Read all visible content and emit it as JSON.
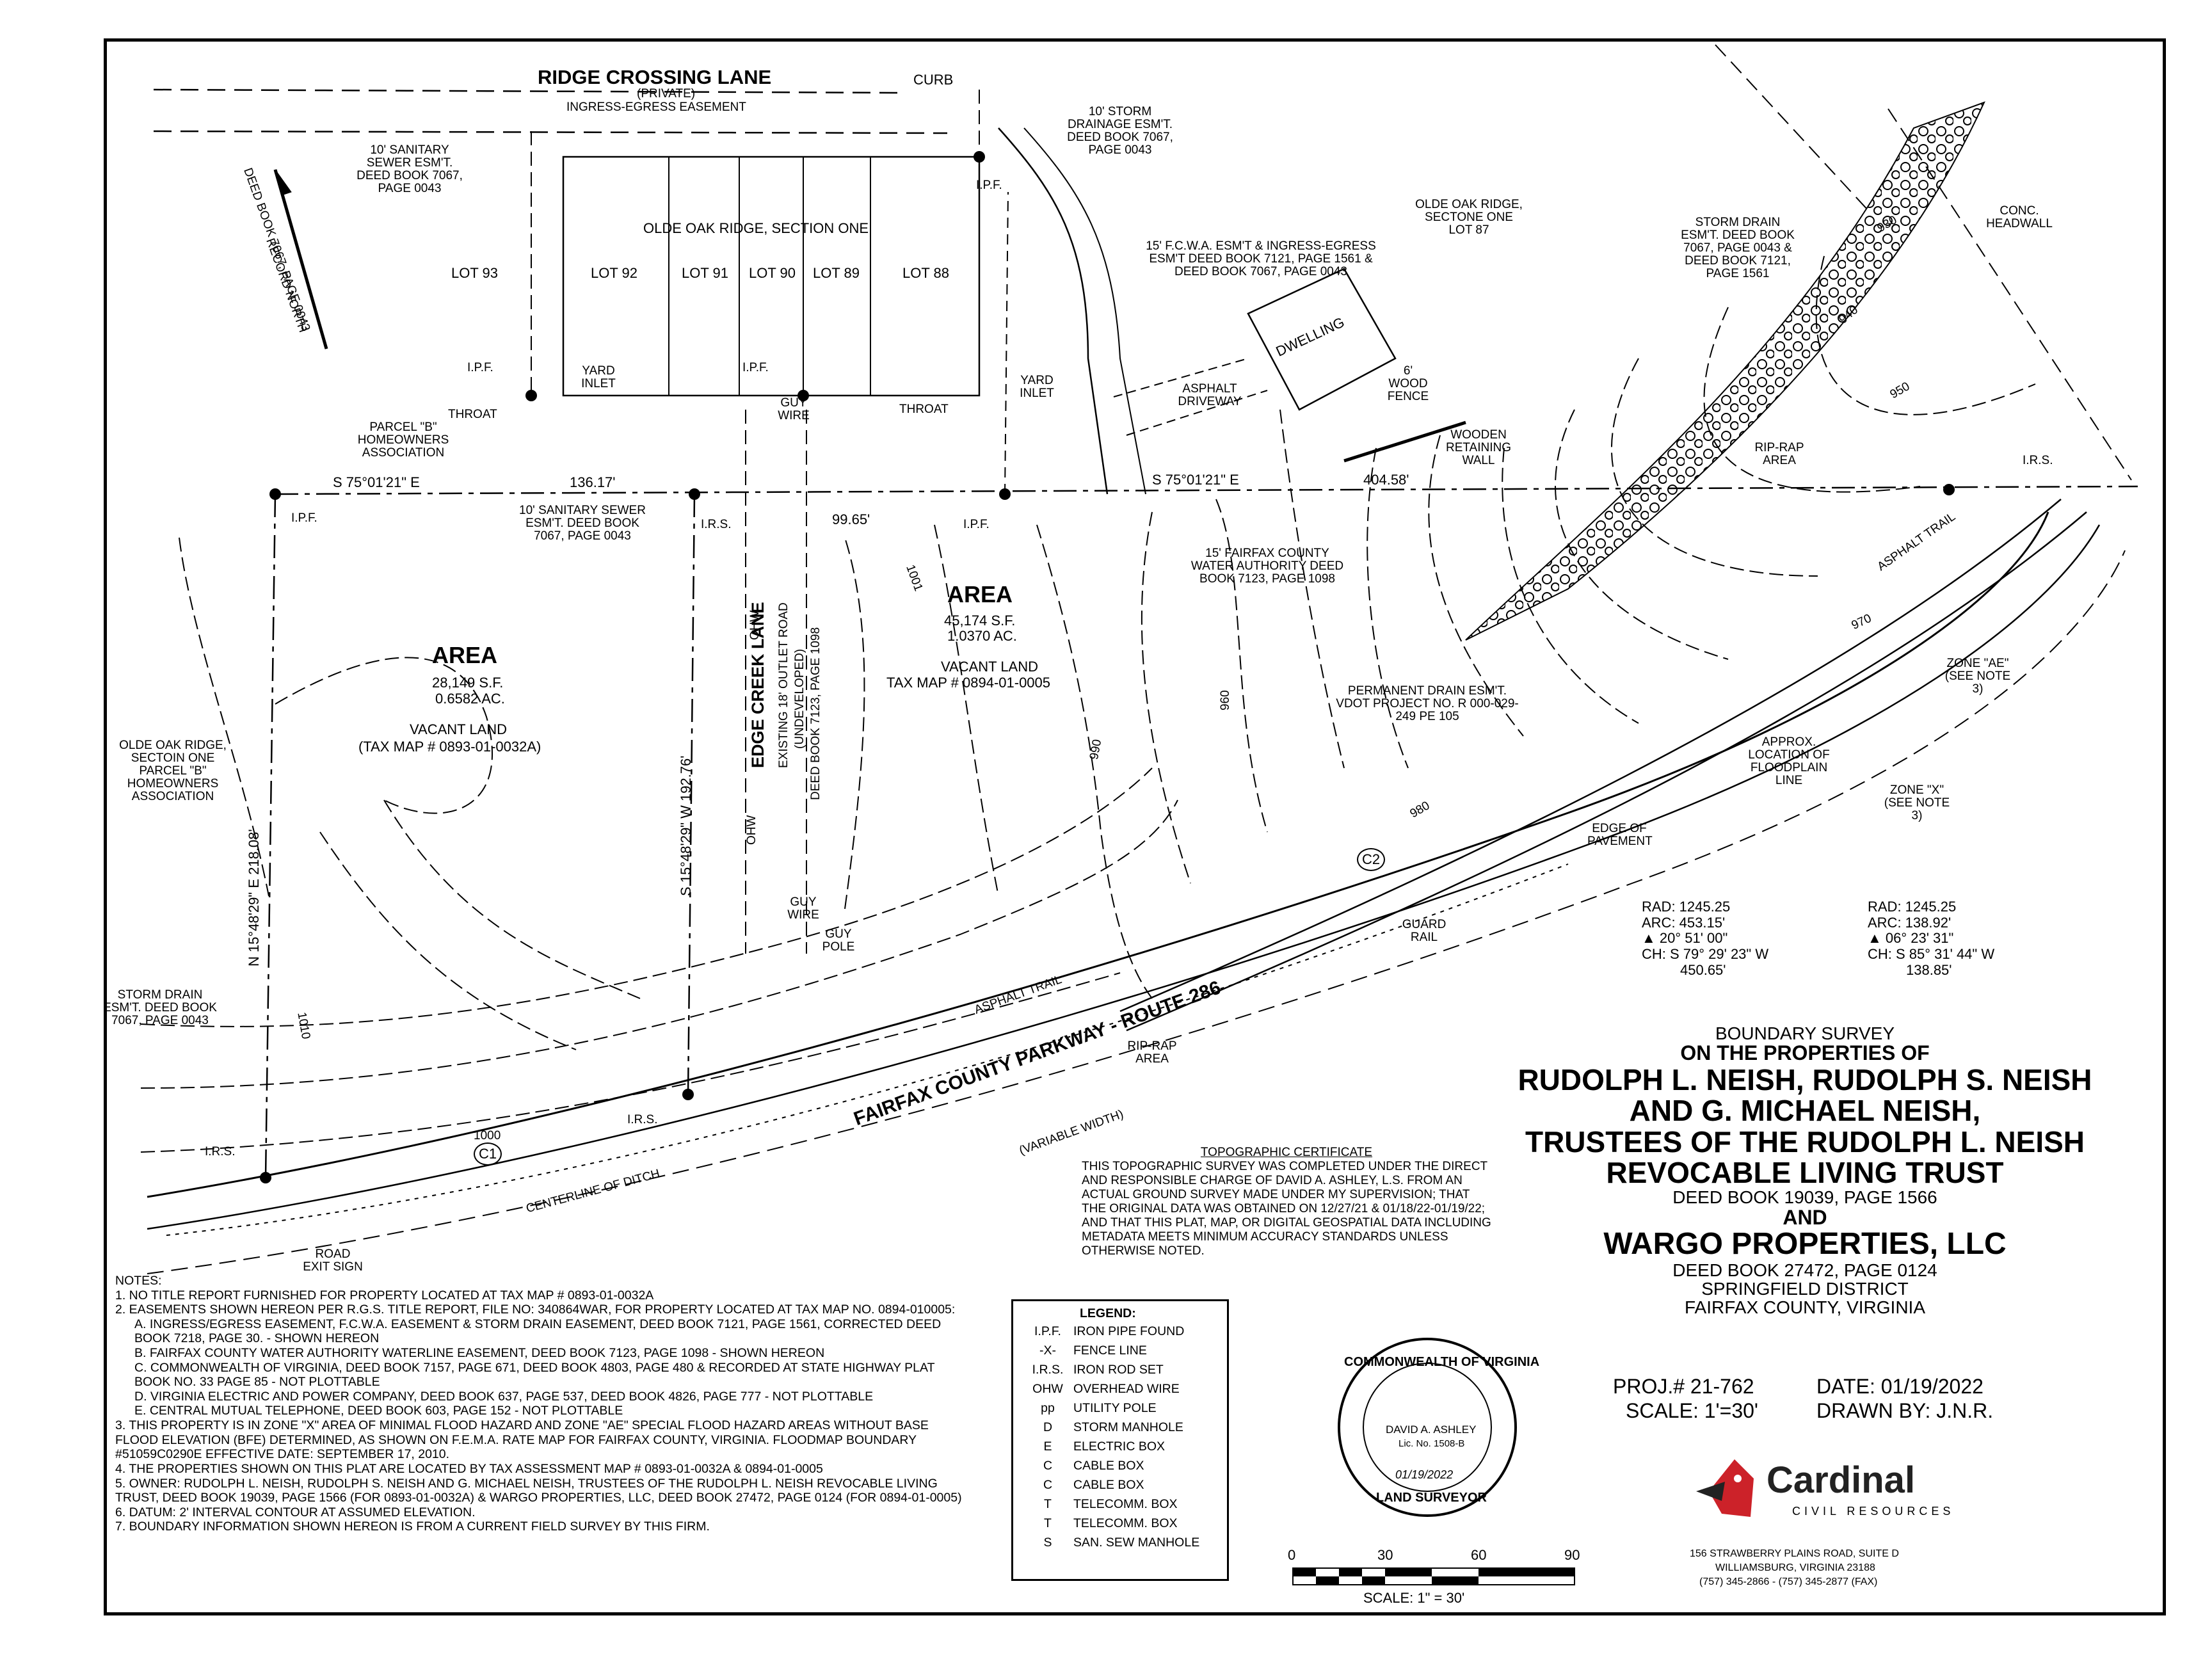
{
  "roads": {
    "ridge_crossing": "RIDGE CROSSING LANE",
    "ridge_private": "(PRIVATE)",
    "ridge_easement": "INGRESS-EGRESS EASEMENT",
    "parkway": "FAIRFAX COUNTY PARKWAY - ROUTE 286",
    "parkway_width": "(VARIABLE WIDTH)",
    "edge_creek": "EDGE CREEK LANE",
    "edge_creek_sub": "EXISTING 18' OUTLET ROAD",
    "edge_creek_sub2": "(UNDEVELOPED)",
    "edge_creek_deed": "DEED BOOK 7123, PAGE 1098",
    "curb": "CURB",
    "centerline_ditch": "CENTERLINE OF DITCH",
    "asphalt_trail": "ASPHALT TRAIL",
    "asphalt_driveway": "ASPHALT DRIVEWAY",
    "edge_pavement": "EDGE OF PAVEMENT",
    "guard_rail": "GUARD RAIL",
    "road_exit_sign": "ROAD EXIT SIGN"
  },
  "north": {
    "label": "RECORD NORTH",
    "deed": "DEED BOOK 7067, PAGE 0043"
  },
  "lots": {
    "subdivision": "OLDE OAK RIDGE, SECTION ONE",
    "items": [
      "LOT 93",
      "LOT 92",
      "LOT 91",
      "LOT 90",
      "LOT 89",
      "LOT 88"
    ],
    "lot87": "OLDE OAK RIDGE, SECTONE ONE LOT 87",
    "parcel_b": "PARCEL \"B\" HOMEOWNERS ASSOCIATION",
    "parcel_b_left": "OLDE OAK RIDGE, SECTOIN ONE PARCEL \"B\" HOMEOWNERS ASSOCIATION"
  },
  "areas": {
    "west": {
      "title": "AREA",
      "sf": "28,149 S.F.",
      "ac": "0.6582 AC.",
      "desc": "VACANT LAND",
      "tax": "(TAX MAP # 0893-01-0032A)"
    },
    "east": {
      "title": "AREA",
      "sf": "45,174 S.F.",
      "ac": "1.0370 AC.",
      "desc": "VACANT LAND",
      "tax": "TAX MAP # 0894-01-0005"
    }
  },
  "bearings": {
    "north_west": "S 75°01'21\" E",
    "north_east": "S 75°01'21\" E",
    "d1": "136.17'",
    "d2": "99.65'",
    "d3": "404.58'",
    "west_line": "N 15°48'29\" E 218.08'",
    "mid_line": "S 15°48'29\" W 192.76'"
  },
  "easements": {
    "sanitary_top": "10' SANITARY SEWER ESM'T. DEED BOOK 7067, PAGE 0043",
    "storm_top": "10' STORM DRAINAGE ESM'T. DEED BOOK 7067, PAGE 0043",
    "fcwa": "15' F.C.W.A. ESM'T & INGRESS-EGRESS ESM'T DEED BOOK 7121, PAGE 1561 & DEED BOOK 7067, PAGE 0043",
    "sanitary_mid": "10' SANITARY SEWER ESM'T. DEED BOOK 7067, PAGE 0043",
    "water": "15' FAIRFAX COUNTY WATER AUTHORITY DEED BOOK 7123, PAGE 1098",
    "storm_right": "STORM DRAIN ESM'T. DEED BOOK 7067, PAGE 0043 & DEED BOOK 7121, PAGE 1561",
    "storm_left": "STORM DRAIN ESM'T. DEED BOOK 7067, PAGE 0043",
    "permanent_drain": "PERMANENT DRAIN ESM'T. VDOT PROJECT NO. R 000-029-249 PE 105"
  },
  "features": {
    "ipf": "I.P.F.",
    "irs": "I.R.S.",
    "yard_inlet": "YARD INLET",
    "throat": "THROAT",
    "guy_wire": "GUY WIRE",
    "guy_pole": "GUY POLE",
    "dwelling": "DWELLING",
    "wood_fence": "6' WOOD FENCE",
    "retaining_wall": "WOODEN RETAINING WALL",
    "riprap_area": "RIP-RAP AREA",
    "conc_headwall": "CONC. HEADWALL",
    "zone_ae": "ZONE \"AE\" (SEE NOTE 3)",
    "zone_x": "ZONE \"X\" (SEE NOTE 3)",
    "floodplain": "APPROX. LOCATION OF FLOODPLAIN LINE",
    "ohw": "OHW"
  },
  "contours": [
    "1000",
    "990",
    "980",
    "970",
    "960",
    "950",
    "940",
    "930",
    "1001",
    "1010"
  ],
  "curves": {
    "c1": {
      "id": "C1",
      "rad": "RAD: 1245.25",
      "arc": "ARC: 453.15'",
      "delta": "▲ 20° 51' 00\"",
      "ch": "CH: S 79° 29' 23\" W",
      "chlen": "450.65'"
    },
    "c2": {
      "id": "C2",
      "rad": "RAD: 1245.25",
      "arc": "ARC: 138.92'",
      "delta": "▲ 06° 23' 31\"",
      "ch": "CH: S 85° 31' 44\" W",
      "chlen": "138.85'"
    }
  },
  "topo_cert": {
    "title": "TOPOGRAPHIC CERTIFICATE",
    "body": "THIS TOPOGRAPHIC SURVEY WAS COMPLETED UNDER THE DIRECT AND RESPONSIBLE CHARGE OF DAVID A. ASHLEY, L.S. FROM AN ACTUAL GROUND SURVEY MADE UNDER MY SUPERVISION; THAT THE ORIGINAL DATA WAS OBTAINED ON 12/27/21 & 01/18/22-01/19/22; AND THAT THIS PLAT, MAP, OR DIGITAL GEOSPATIAL DATA INCLUDING METADATA MEETS MINIMUM ACCURACY STANDARDS UNLESS OTHERWISE NOTED."
  },
  "title_block": {
    "line1": "BOUNDARY SURVEY",
    "line2": "ON THE PROPERTIES OF",
    "line3": "RUDOLPH L. NEISH, RUDOLPH S. NEISH",
    "line4": "AND  G. MICHAEL NEISH,",
    "line5": "TRUSTEES OF THE RUDOLPH L. NEISH",
    "line6": "REVOCABLE LIVING TRUST",
    "line7": "DEED BOOK 19039, PAGE 1566",
    "line8": "AND",
    "line9": "WARGO PROPERTIES, LLC",
    "line10": "DEED BOOK 27472, PAGE 0124",
    "line11": "SPRINGFIELD DISTRICT",
    "line12": "FAIRFAX COUNTY, VIRGINIA",
    "proj": "PROJ.# 21-762",
    "date": "DATE: 01/19/2022",
    "scale": "SCALE: 1'=30'",
    "drawn": "DRAWN BY: J.N.R."
  },
  "seal": {
    "top": "COMMONWEALTH OF VIRGINIA",
    "name": "DAVID A. ASHLEY",
    "lic": "Lic. No. 1508-B",
    "date": "01/19/2022",
    "bottom": "LAND SURVEYOR"
  },
  "company": {
    "name": "Cardinal",
    "sub": "CIVIL RESOURCES",
    "addr1": "156 STRAWBERRY PLAINS ROAD, SUITE D",
    "addr2": "WILLIAMSBURG, VIRGINIA 23188",
    "phone": "(757) 345-2866 - (757) 345-2877 (FAX)",
    "accent": "#cc2229"
  },
  "scale_bar": {
    "ticks": [
      "0",
      "30",
      "60",
      "90"
    ],
    "label": "SCALE: 1\" = 30'"
  },
  "legend": {
    "title": "LEGEND:",
    "items": [
      {
        "sym": "I.P.F.",
        "text": "IRON PIPE FOUND"
      },
      {
        "sym": "-X-",
        "text": "FENCE LINE"
      },
      {
        "sym": "I.R.S.",
        "text": "IRON ROD SET"
      },
      {
        "sym": "OHW",
        "text": "OVERHEAD WIRE"
      },
      {
        "sym": "pp",
        "text": "UTILITY POLE"
      },
      {
        "sym": "D",
        "text": "STORM MANHOLE"
      },
      {
        "sym": "E",
        "text": "ELECTRIC BOX"
      },
      {
        "sym": "C",
        "text": "CABLE BOX"
      },
      {
        "sym": "C",
        "text": "CABLE BOX"
      },
      {
        "sym": "T",
        "text": "TELECOMM. BOX"
      },
      {
        "sym": "T",
        "text": "TELECOMM. BOX"
      },
      {
        "sym": "S",
        "text": "SAN. SEW MANHOLE"
      }
    ]
  },
  "notes": {
    "title": "NOTES:",
    "items": [
      "1.  NO TITLE REPORT FURNISHED FOR PROPERTY LOCATED AT TAX MAP # 0893-01-0032A",
      "2.  EASEMENTS SHOWN HEREON PER R.G.S. TITLE REPORT, FILE NO: 340864WAR, FOR PROPERTY LOCATED AT TAX MAP NO. 0894-010005:",
      "A. INGRESS/EGRESS EASEMENT, F.C.W.A. EASEMENT & STORM DRAIN EASEMENT, DEED BOOK 7121, PAGE 1561, CORRECTED DEED BOOK 7218, PAGE 30. - SHOWN HEREON",
      "B. FAIRFAX COUNTY WATER AUTHORITY WATERLINE EASEMENT, DEED BOOK 7123, PAGE 1098 - SHOWN HEREON",
      "C. COMMONWEALTH OF VIRGINIA, DEED BOOK 7157, PAGE 671, DEED BOOK 4803, PAGE 480 & RECORDED AT STATE HIGHWAY PLAT BOOK NO. 33 PAGE 85 - NOT PLOTTABLE",
      "D. VIRGINIA ELECTRIC AND POWER COMPANY, DEED BOOK 637, PAGE 537, DEED BOOK 4826, PAGE 777 - NOT PLOTTABLE",
      "E. CENTRAL MUTUAL TELEPHONE, DEED BOOK 603, PAGE 152 - NOT PLOTTABLE",
      "3.  THIS PROPERTY IS IN ZONE \"X\" AREA OF MINIMAL FLOOD HAZARD AND ZONE \"AE\" SPECIAL FLOOD HAZARD AREAS WITHOUT BASE FLOOD ELEVATION (BFE) DETERMINED, AS SHOWN ON F.E.M.A. RATE MAP FOR FAIRFAX COUNTY, VIRGINIA. FLOODMAP BOUNDARY #51059C0290E EFFECTIVE DATE: SEPTEMBER 17, 2010.",
      "4.  THE PROPERTIES SHOWN ON THIS PLAT ARE LOCATED BY TAX ASSESSMENT MAP # 0893-01-0032A & 0894-01-0005",
      "5.  OWNER: RUDOLPH L. NEISH, RUDOLPH S. NEISH AND G. MICHAEL NEISH, TRUSTEES OF THE RUDOLPH L. NEISH REVOCABLE LIVING TRUST, DEED BOOK 19039, PAGE 1566 (FOR 0893-01-0032A) & WARGO PROPERTIES, LLC, DEED BOOK 27472, PAGE 0124 (FOR 0894-01-0005)",
      "6.  DATUM: 2' INTERVAL CONTOUR AT ASSUMED ELEVATION.",
      "7.  BOUNDARY INFORMATION SHOWN HEREON IS FROM A CURRENT FIELD SURVEY BY THIS FIRM."
    ]
  }
}
